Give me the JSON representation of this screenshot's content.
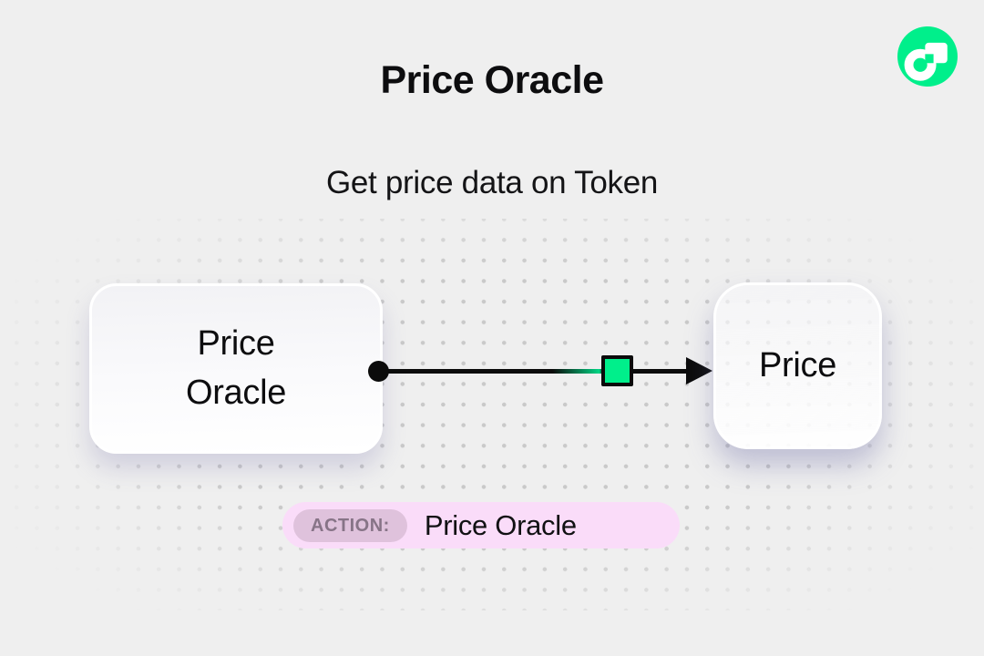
{
  "header": {
    "title": "Price Oracle",
    "subtitle": "Get price data on Token"
  },
  "logo": {
    "name": "flow-logo",
    "background_color": "#00EF8B",
    "glyph_color": "#FFFFFF"
  },
  "diagram": {
    "source_node": {
      "lines": [
        "Price",
        "Oracle"
      ]
    },
    "target_node": {
      "label": "Price"
    },
    "connector": {
      "type": "arrow",
      "direction": "left-to-right",
      "marker": "green-square",
      "marker_color": "#00EF8B",
      "line_color": "#0B0B0B"
    }
  },
  "action_badge": {
    "label": "ACTION:",
    "value": "Price Oracle",
    "badge_background": "#FADCF9",
    "label_background": "#DFC2DC"
  },
  "colors": {
    "page_background": "#EFEFEF",
    "dot_pattern": "#C9C9C9",
    "text": "#0D0D0F",
    "accent_green": "#00EF8B",
    "node_shadow": "#7471AA"
  }
}
